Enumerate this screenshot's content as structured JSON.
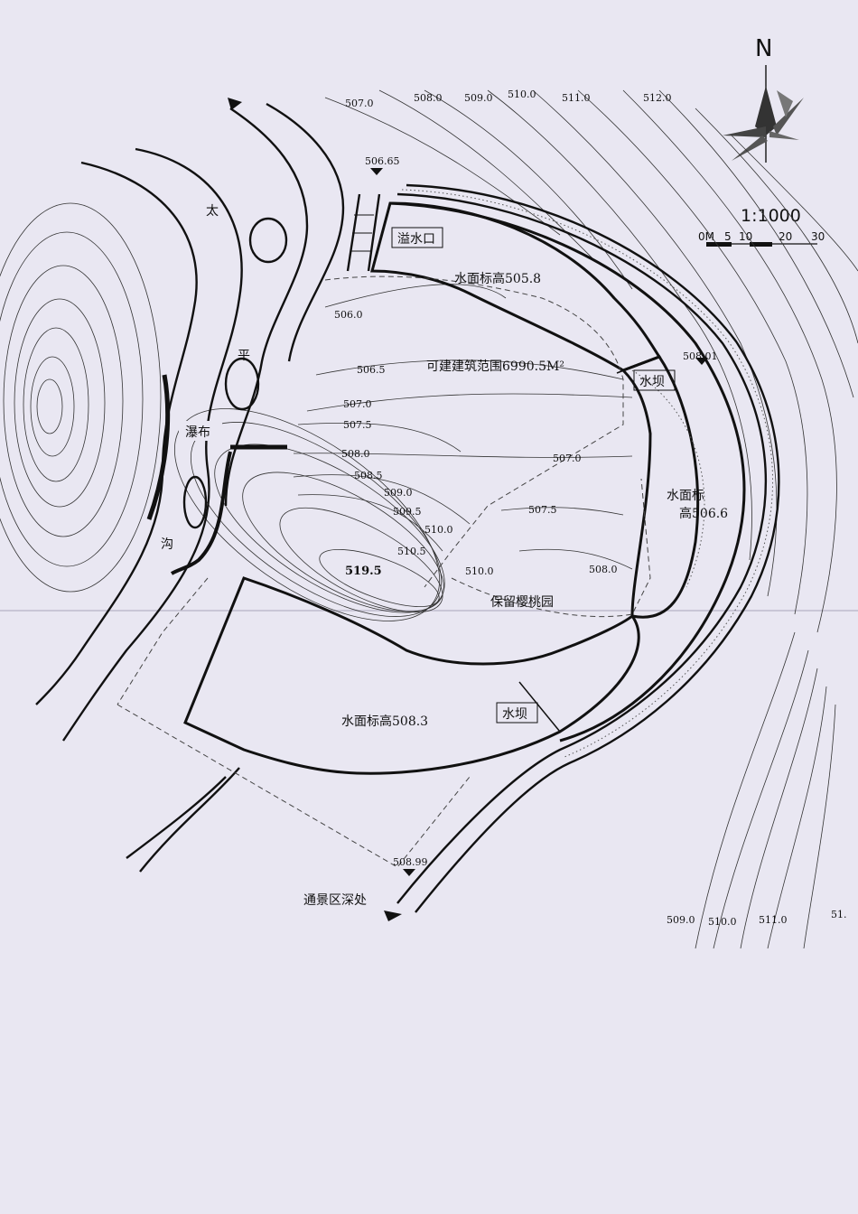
{
  "compass": {
    "north": "N"
  },
  "scale": {
    "ratio": "1:1000",
    "ticks": [
      "0M",
      "5",
      "10",
      "20",
      "30"
    ]
  },
  "water_labels": {
    "overflow": "溢水口",
    "upper_pond": "水面标高505.8",
    "dam_east": "水坝",
    "right_pond_a": "水面标",
    "right_pond_b": "高506.6",
    "lower_pond": "水面标高508.3",
    "dam_south": "水坝"
  },
  "zones": {
    "buildable": "可建建筑范围6990.5M²",
    "orchard": "保留樱桃园"
  },
  "river_chars": {
    "tai": "太",
    "ping": "平",
    "pu": "瀑布",
    "gou": "沟"
  },
  "exit_label": "通景区深处",
  "spot_elevations": {
    "north_gate": "506.65",
    "east": "508.01",
    "south": "508.99",
    "peak": "519.5"
  },
  "contour_labels_top": [
    "507.0",
    "508.0",
    "509.0",
    "510.0",
    "511.0",
    "512.0"
  ],
  "contour_labels_bottom": [
    "509.0",
    "510.0",
    "511.0",
    "51."
  ],
  "contour_labels_inner": [
    "506.0",
    "506.5",
    "507.0",
    "507.5",
    "508.0",
    "508.5",
    "509.0",
    "509.5",
    "510.0",
    "510.5",
    "507.0",
    "507.5",
    "510.0",
    "508.0"
  ]
}
